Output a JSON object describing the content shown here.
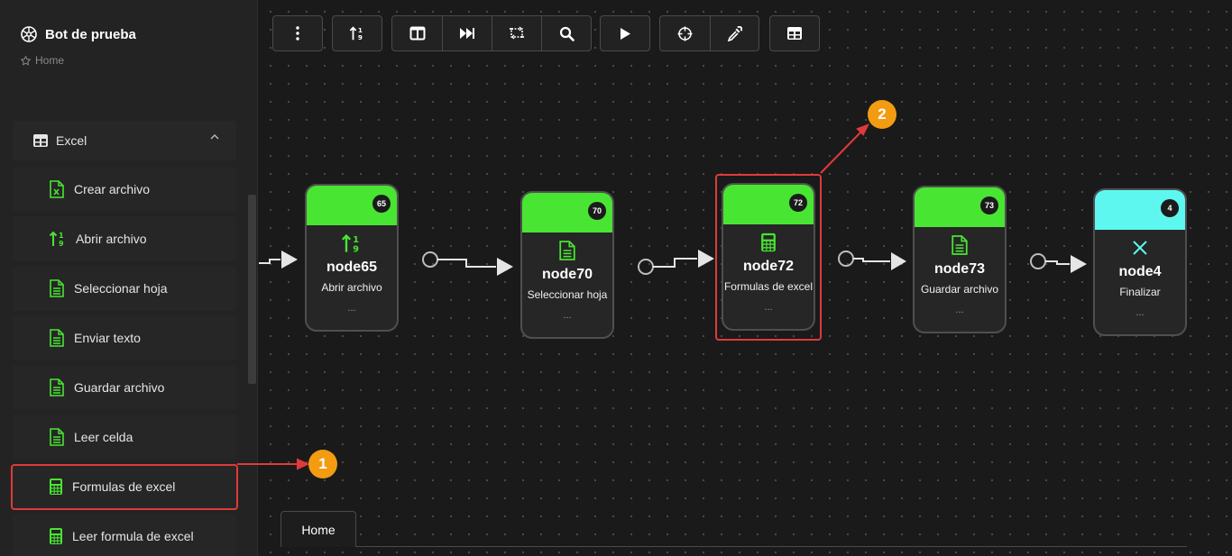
{
  "app": {
    "title": "Bot de prueba",
    "breadcrumb": "Home"
  },
  "sidebar": {
    "group": {
      "label": "Excel",
      "icon": "table-icon"
    },
    "items": [
      {
        "label": "Crear archivo",
        "icon": "excel-file-icon"
      },
      {
        "label": "Abrir archivo",
        "icon": "sort-numbers-icon"
      },
      {
        "label": "Seleccionar hoja",
        "icon": "document-icon"
      },
      {
        "label": "Enviar texto",
        "icon": "document-icon"
      },
      {
        "label": "Guardar archivo",
        "icon": "document-icon"
      },
      {
        "label": "Leer celda",
        "icon": "document-icon"
      },
      {
        "label": "Formulas de excel",
        "icon": "calculator-icon"
      },
      {
        "label": "Leer formula de excel",
        "icon": "calculator-icon"
      }
    ]
  },
  "toolbar": {
    "buttons": [
      "more-vertical-icon",
      "sort-icon",
      "layout-icon",
      "skip-forward-icon",
      "transform-icon",
      "search-icon",
      "play-icon",
      "target-icon",
      "eyedropper-icon",
      "table-icon"
    ]
  },
  "nodes": [
    {
      "badge": "65",
      "name": "node65",
      "subtitle": "Abrir archivo",
      "more": "...",
      "icon": "sort-numbers-icon",
      "color": "#48e532"
    },
    {
      "badge": "70",
      "name": "node70",
      "subtitle": "Seleccionar hoja",
      "more": "...",
      "icon": "document-icon",
      "color": "#48e532"
    },
    {
      "badge": "72",
      "name": "node72",
      "subtitle": "Formulas de excel",
      "more": "...",
      "icon": "calculator-icon",
      "color": "#48e532"
    },
    {
      "badge": "73",
      "name": "node73",
      "subtitle": "Guardar archivo",
      "more": "...",
      "icon": "document-icon",
      "color": "#48e532"
    },
    {
      "badge": "4",
      "name": "node4",
      "subtitle": "Finalizar",
      "more": "...",
      "icon": "close-icon",
      "color": "#5ef7f0"
    }
  ],
  "tabs": [
    "Home"
  ],
  "callouts": [
    "1",
    "2"
  ],
  "colors": {
    "accent_green": "#48e532",
    "accent_cyan": "#5ef7f0",
    "highlight_red": "#e03a3a",
    "callout_orange": "#f39c12"
  }
}
